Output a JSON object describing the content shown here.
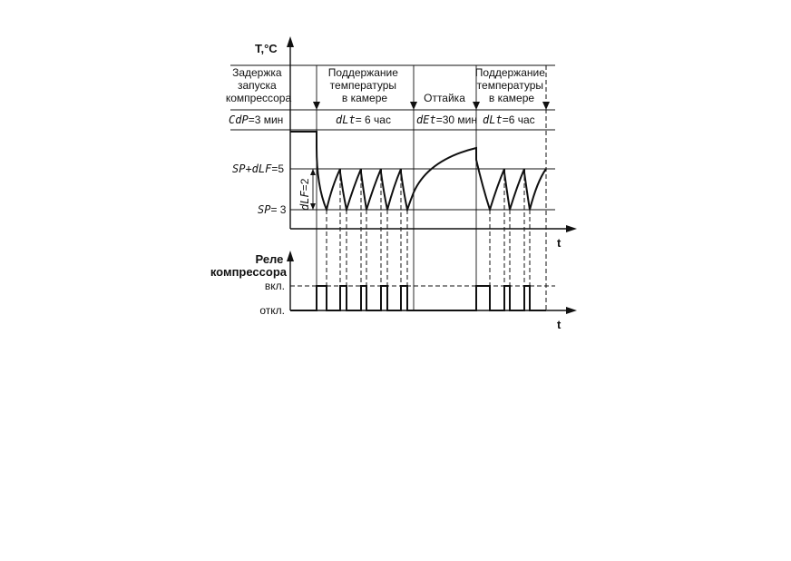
{
  "axes": {
    "temp_axis_label": "T,°C",
    "time_axis_label": "t",
    "relay_axis_label_line1": "Реле",
    "relay_axis_label_line2": "компрессора",
    "relay_time_axis_label": "t"
  },
  "phases": [
    {
      "lines": [
        "Задержка",
        "запуска",
        "компрессора"
      ],
      "param_code": "CdP",
      "param_value": "=3 мин"
    },
    {
      "lines": [
        "Поддержание",
        "температуры",
        "в камере"
      ],
      "param_code": "dLt",
      "param_value": "= 6 час"
    },
    {
      "lines": [
        "Оттайка"
      ],
      "param_code": "dEt",
      "param_value": "=30 мин"
    },
    {
      "lines": [
        "Поддержание",
        "температуры",
        "в камере"
      ],
      "param_code": "dLt",
      "param_value": "=6 час"
    }
  ],
  "levels": {
    "upper_code": "SP+dLF",
    "upper_value": "=5",
    "lower_code": "SP",
    "lower_value": "= 3",
    "hysteresis_code": "dLF",
    "hysteresis_value": "=2"
  },
  "relay_states": {
    "on": "вкл.",
    "off": "откл."
  }
}
